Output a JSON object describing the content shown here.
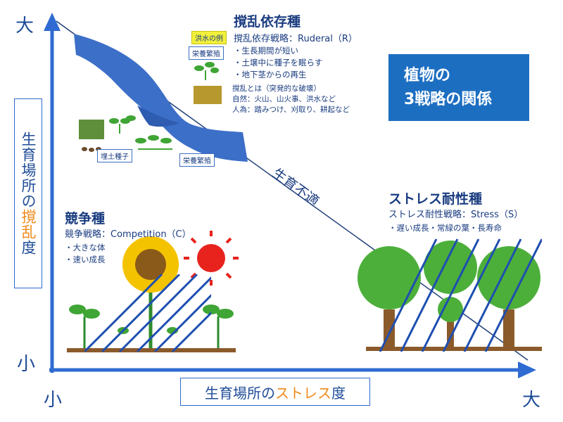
{
  "axes": {
    "y_high": "大",
    "y_low": "小",
    "x_low": "小",
    "x_high": "大",
    "y_label_pre": "生育場所の",
    "y_label_hl": "撹乱",
    "y_label_post": "度",
    "x_label_pre": "生育場所の",
    "x_label_hl": "ストレス",
    "x_label_post": "度"
  },
  "title": {
    "line1": "植物の",
    "line2": "3戦略の関係"
  },
  "diagonal_label": "生育不適",
  "ruderal": {
    "heading": "撹乱依存種",
    "strategy": "撹乱依存戦略：Ruderal（R）",
    "traits": [
      "・生長期間が短い",
      "・土壌中に種子を眠らす",
      "・地下茎からの再生"
    ],
    "disturbance_def": "撹乱とは（突発的な破壊）",
    "disturbance_natural": "自然：火山、山火事、洪水など",
    "disturbance_human": "人為：踏みつけ、刈取り、耕起など",
    "tag_flood": "洪水の例",
    "tag_veg_top": "栄養繁殖",
    "tag_seed": "埋土種子",
    "tag_veg_bottom": "栄養繁殖"
  },
  "competitor": {
    "heading": "競争種",
    "strategy": "競争戦略：Competition（C）",
    "traits": [
      "・大きな体",
      "・速い成長"
    ]
  },
  "stress": {
    "heading": "ストレス耐性種",
    "strategy": "ストレス耐性戦略：Stress（S）",
    "traits": "・遅い成長・常緑の葉・長寿命"
  },
  "colors": {
    "axis": "#2f6bd1",
    "river": "#3c6fc8",
    "title_bg": "#1c6ec1",
    "highlight": "#f08a1a",
    "tree": "#4caf3a",
    "trunk": "#8b5a2b",
    "sun_red": "#e8231e",
    "sunflower": "#f4c300"
  }
}
